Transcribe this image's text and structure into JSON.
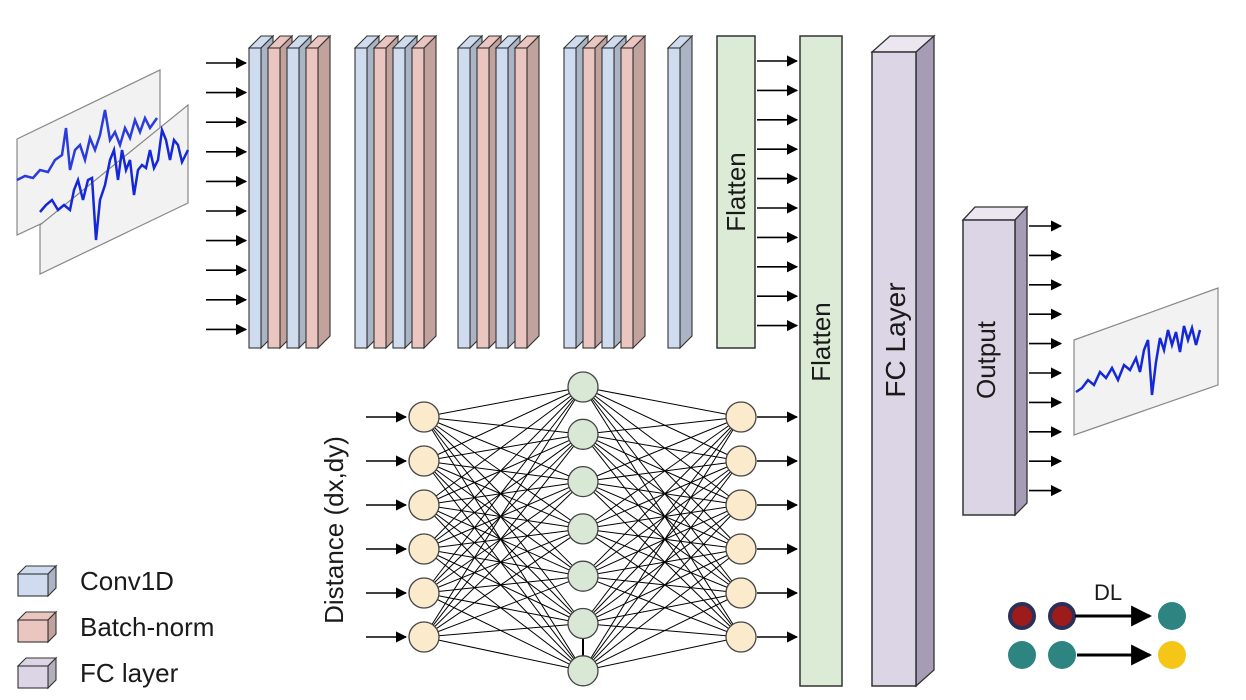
{
  "cnn": {
    "flatten_label_1": "Flatten",
    "flatten_label_2": "Flatten",
    "fc_label": "FC Layer",
    "output_label": "Output"
  },
  "mlp": {
    "input_label": "Distance (dx,dy)",
    "layer_sizes": [
      6,
      7,
      6
    ]
  },
  "legend": {
    "items": [
      {
        "label": "Conv1D",
        "color": "#cfdcf0"
      },
      {
        "label": "Batch-norm",
        "color": "#ebc5bf"
      },
      {
        "label": "FC layer",
        "color": "#dcd5e6"
      }
    ]
  },
  "dl_icon": {
    "label": "DL",
    "colors": {
      "teal": "#2e8480",
      "red": "#9e1b1b",
      "navy": "#2b2f5a",
      "yellow": "#f5c518"
    }
  },
  "colors": {
    "conv": "#cfdcf0",
    "batchnorm": "#ebc5bf",
    "flatten": "#dcebd6",
    "fc": "#dcd5e6",
    "neuron_io": "#fbeacb",
    "neuron_hidden": "#d8e8d4",
    "signal": "#1428d8"
  }
}
